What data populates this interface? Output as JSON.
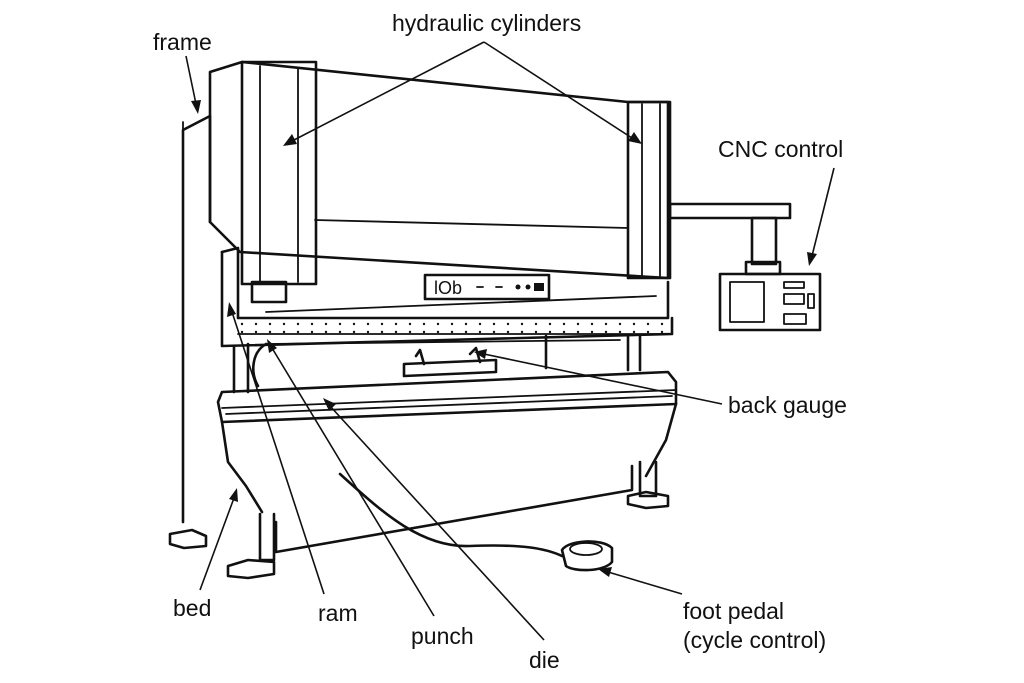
{
  "labels": {
    "frame": "frame",
    "hydraulic_cylinders": "hydraulic cylinders",
    "cnc_control": "CNC control",
    "back_gauge": "back gauge",
    "bed": "bed",
    "ram": "ram",
    "punch": "punch",
    "die": "die",
    "foot_pedal_line1": "foot pedal",
    "foot_pedal_line2": "(cycle control)"
  },
  "panel_text": "lOb",
  "colors": {
    "ink": "#111111",
    "background": "#ffffff"
  }
}
